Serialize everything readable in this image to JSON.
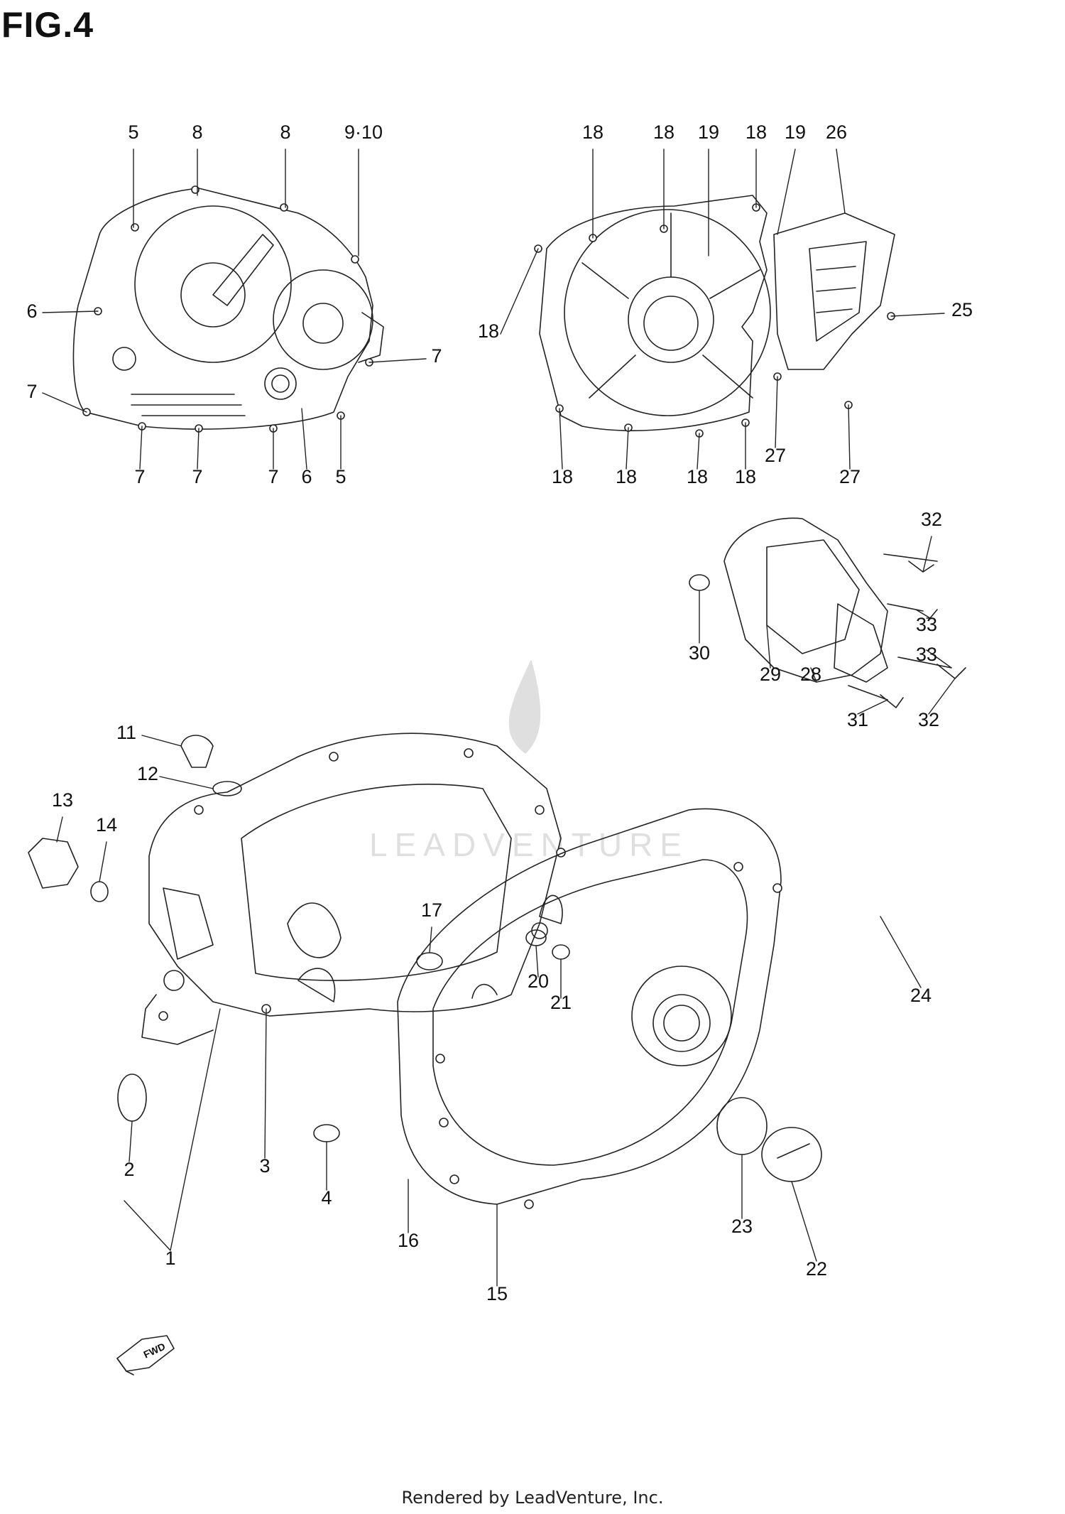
{
  "figure_title": "FIG.4",
  "footer_text": "Rendered by LeadVenture, Inc.",
  "watermark_text": "LEADVENTURE",
  "fwd_label": "FWD",
  "callouts": [
    {
      "id": "c5a",
      "text": "5"
    },
    {
      "id": "c8a",
      "text": "8"
    },
    {
      "id": "c8b",
      "text": "8"
    },
    {
      "id": "c910",
      "text": "9·10"
    },
    {
      "id": "c6a",
      "text": "6"
    },
    {
      "id": "c7a",
      "text": "7"
    },
    {
      "id": "c7b",
      "text": "7"
    },
    {
      "id": "c7c",
      "text": "7"
    },
    {
      "id": "c7d",
      "text": "7"
    },
    {
      "id": "c7e",
      "text": "7"
    },
    {
      "id": "c6b",
      "text": "6"
    },
    {
      "id": "c5b",
      "text": "5"
    },
    {
      "id": "c18a",
      "text": "18"
    },
    {
      "id": "c18b",
      "text": "18"
    },
    {
      "id": "c19a",
      "text": "19"
    },
    {
      "id": "c18c",
      "text": "18"
    },
    {
      "id": "c19b",
      "text": "19"
    },
    {
      "id": "c26",
      "text": "26"
    },
    {
      "id": "c18d",
      "text": "18"
    },
    {
      "id": "c25",
      "text": "25"
    },
    {
      "id": "c27a",
      "text": "27"
    },
    {
      "id": "c27b",
      "text": "27"
    },
    {
      "id": "c18e",
      "text": "18"
    },
    {
      "id": "c18f",
      "text": "18"
    },
    {
      "id": "c18g",
      "text": "18"
    },
    {
      "id": "c18h",
      "text": "18"
    },
    {
      "id": "c32a",
      "text": "32"
    },
    {
      "id": "c30",
      "text": "30"
    },
    {
      "id": "c33a",
      "text": "33"
    },
    {
      "id": "c33b",
      "text": "33"
    },
    {
      "id": "c29",
      "text": "29"
    },
    {
      "id": "c28",
      "text": "28"
    },
    {
      "id": "c31",
      "text": "31"
    },
    {
      "id": "c32b",
      "text": "32"
    },
    {
      "id": "c11",
      "text": "11"
    },
    {
      "id": "c12",
      "text": "12"
    },
    {
      "id": "c13",
      "text": "13"
    },
    {
      "id": "c14",
      "text": "14"
    },
    {
      "id": "c17",
      "text": "17"
    },
    {
      "id": "c20",
      "text": "20"
    },
    {
      "id": "c21",
      "text": "21"
    },
    {
      "id": "c24",
      "text": "24"
    },
    {
      "id": "c2",
      "text": "2"
    },
    {
      "id": "c3",
      "text": "3"
    },
    {
      "id": "c4",
      "text": "4"
    },
    {
      "id": "c1",
      "text": "1"
    },
    {
      "id": "c16",
      "text": "16"
    },
    {
      "id": "c15",
      "text": "15"
    },
    {
      "id": "c23",
      "text": "23"
    },
    {
      "id": "c22",
      "text": "22"
    }
  ]
}
